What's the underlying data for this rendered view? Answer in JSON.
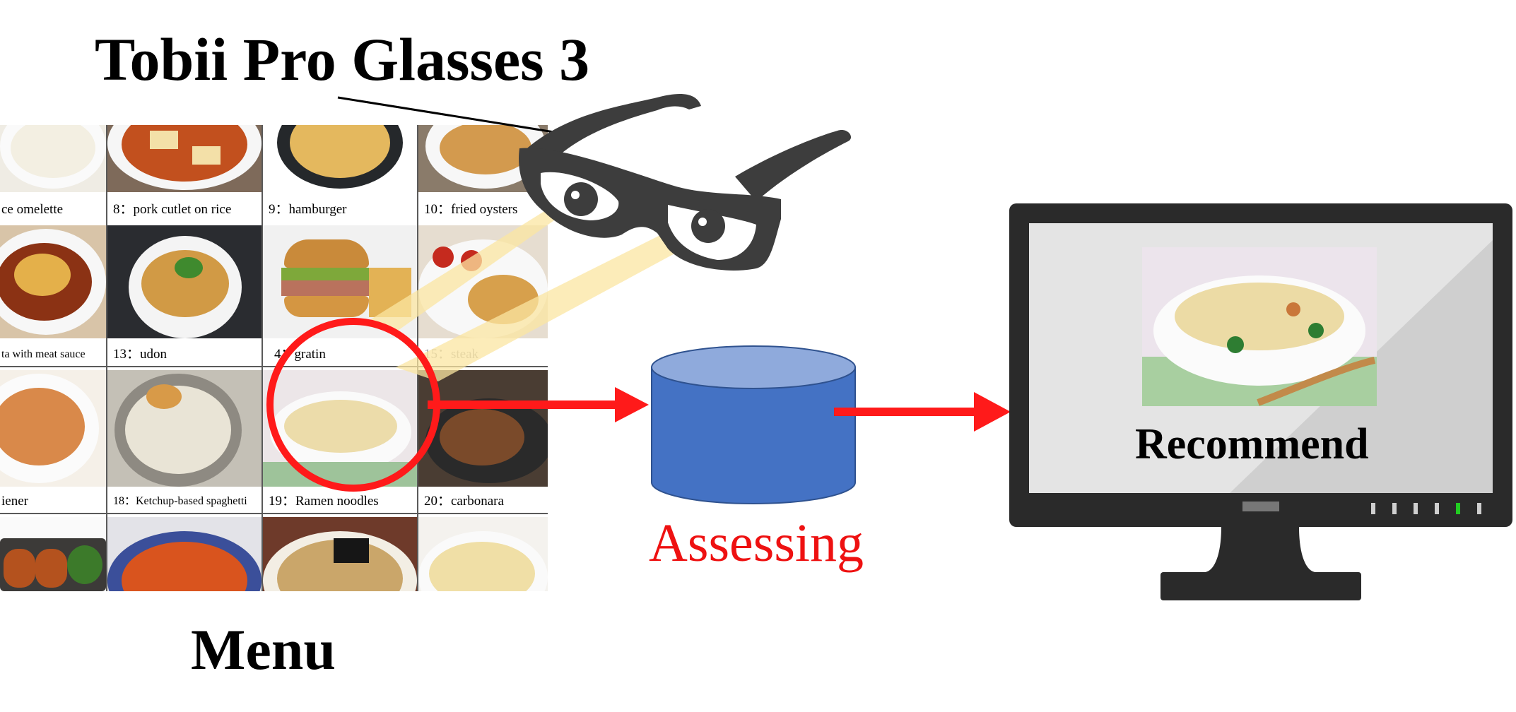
{
  "title": "Tobii Pro Glasses 3",
  "menu": {
    "title": "Menu",
    "labels": [
      {
        "text": "ce omelette"
      },
      {
        "text": "8：pork cutlet on rice"
      },
      {
        "text": "9：hamburger"
      },
      {
        "text": "10：fried oysters"
      },
      {
        "text": "ta with meat sauce"
      },
      {
        "text": "13：udon"
      },
      {
        "text": "4：gratin"
      },
      {
        "text": "15：steak"
      },
      {
        "text": "iener"
      },
      {
        "text": "18：Ketchup-based spaghetti"
      },
      {
        "text": "19：Ramen noodles"
      },
      {
        "text": "20：carbonara"
      }
    ]
  },
  "database": {
    "label": "Assessing"
  },
  "monitor": {
    "label": "Recommend"
  },
  "colors": {
    "arrow": "#ff1a1a",
    "highlight_circle": "#ff1a1a",
    "database": "#4472c4",
    "database_top": "#8faadc",
    "glasses": "#3d3d3d",
    "gaze_beam": "#fbe6a2",
    "monitor_frame": "#2a2a2a",
    "monitor_led_active": "#22cc22"
  },
  "icons": [
    "eye-tracking-glasses-icon",
    "database-icon",
    "monitor-icon",
    "arrow-icon"
  ]
}
